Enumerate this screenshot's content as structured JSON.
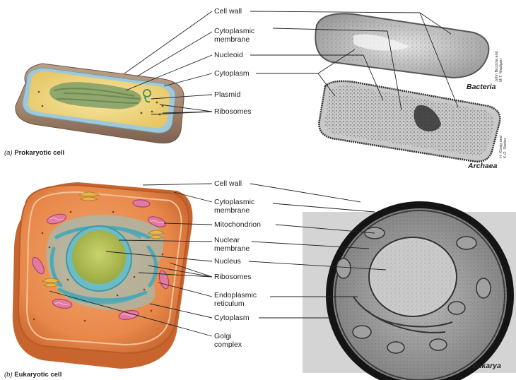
{
  "prokaryote": {
    "labels": {
      "cell_wall": "Cell wall",
      "cytoplasmic_membrane_1": "Cytoplasmic",
      "cytoplasmic_membrane_2": "membrane",
      "nucleoid": "Nucleoid",
      "cytoplasm": "Cytoplasm",
      "plasmid": "Plasmid",
      "ribosomes": "Ribosomes"
    },
    "caption_letter": "(a)",
    "caption_text": "Prokaryotic cell",
    "micrograph_labels": {
      "bacteria": "Bacteria",
      "archaea": "Archaea"
    },
    "credits": {
      "bacteria_1": "John Bozzola and",
      "bacteria_2": "M.T. Madigan",
      "archaea_1": "H. König and",
      "archaea_2": "K.O. Stetter"
    }
  },
  "eukaryote": {
    "labels": {
      "cell_wall": "Cell wall",
      "cytoplasmic_membrane_1": "Cytoplasmic",
      "cytoplasmic_membrane_2": "membrane",
      "mitochondrion": "Mitochondrion",
      "nuclear_membrane_1": "Nuclear",
      "nuclear_membrane_2": "membrane",
      "nucleus": "Nucleus",
      "ribosomes": "Ribosomes",
      "er_1": "Endoplasmic",
      "er_2": "reticulum",
      "cytoplasm": "Cytoplasm",
      "golgi_1": "Golgi",
      "golgi_2": "complex"
    },
    "caption_letter": "(b)",
    "caption_text": "Eukaryotic cell",
    "micrograph_label": "Eukarya"
  },
  "colors": {
    "cytoplasm_yellow": "#f1d985",
    "wall_blue": "#9fc9d9",
    "eukaryote_orange": "#e8884a",
    "er_teal": "#6cbcc6",
    "mito_pink": "#e27aa0",
    "golgi_yellow": "#e6b64a"
  }
}
